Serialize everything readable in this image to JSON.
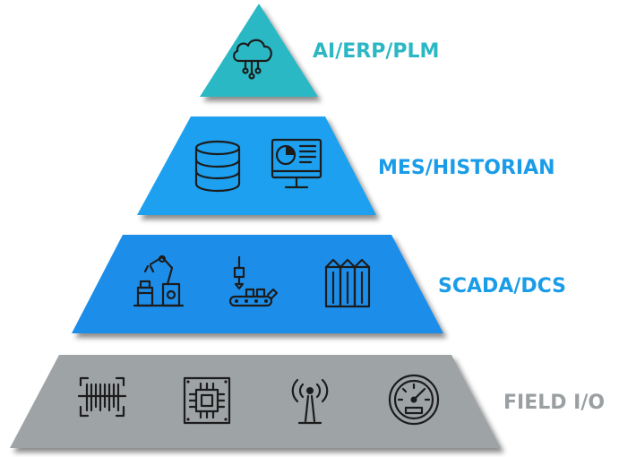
{
  "colors": {
    "tier1": "#2bb8c4",
    "tier2": "#1aa0ef",
    "tier3": "#1b8eea",
    "tier4": "#9ea3a6",
    "label_teal": "#2bb8c4",
    "label_blue": "#1a9ce8",
    "label_gray": "#9a9fa2"
  },
  "tiers": [
    {
      "label": "AI/ERP/PLM",
      "icons": [
        "cloud-network-icon"
      ]
    },
    {
      "label": "MES/HISTORIAN",
      "icons": [
        "database-icon",
        "dashboard-monitor-icon"
      ]
    },
    {
      "label": "SCADA/DCS",
      "icons": [
        "robot-arm-icon",
        "conveyor-line-icon",
        "storage-silos-icon"
      ]
    },
    {
      "label": "FIELD I/O",
      "icons": [
        "barcode-scanner-icon",
        "microchip-icon",
        "antenna-tower-icon",
        "gauge-icon"
      ]
    }
  ]
}
